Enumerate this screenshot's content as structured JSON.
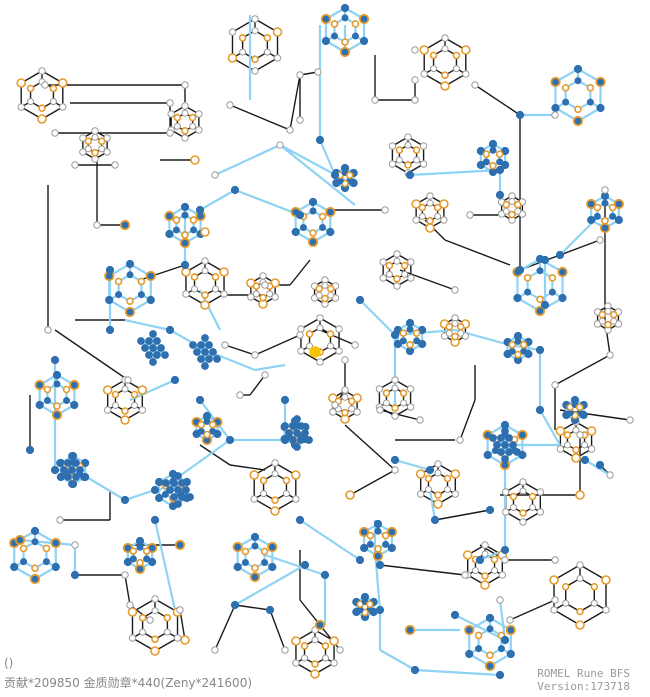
{
  "colors": {
    "background": "#ffffff",
    "edge_dark": "#1a1a1a",
    "edge_light": "#8fd3f4",
    "node_blue": "#2e6fb0",
    "node_white_stroke": "#9a9a9a",
    "node_orange_ring": "#e59a2d",
    "node_current": "#f5c400",
    "text_gray": "#888888"
  },
  "status": {
    "parens": "()",
    "resources": "贡献*209850 金质勋章*440(Zeny*241600)"
  },
  "brand": {
    "title": "ROMEL Rune BFS",
    "version": "Version:173718"
  },
  "chart_data": {
    "type": "network",
    "node_kinds": [
      "blue",
      "white",
      "orange",
      "current"
    ],
    "current_node": "center (yellow)"
  }
}
